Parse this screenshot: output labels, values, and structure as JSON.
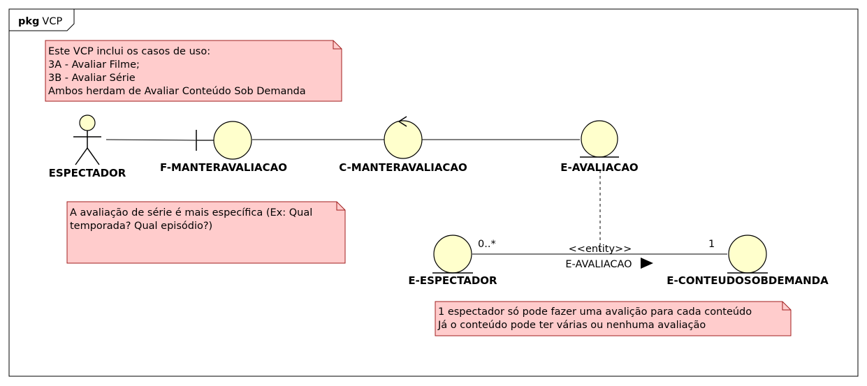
{
  "package": {
    "keyword": "pkg",
    "name": "VCP"
  },
  "notes": {
    "top": [
      "Este VCP inclui os casos de uso:",
      "3A - Avaliar Filme;",
      "3B - Avaliar Série",
      "Ambos herdam de Avaliar Conteúdo Sob Demanda"
    ],
    "middle": [
      "A avaliação de série é mais específica (Ex: Qual",
      "temporada? Qual episódio?)"
    ],
    "bottom": [
      "1 espectador só pode fazer uma avalição para cada conteúdo",
      "Já o conteúdo pode ter várias ou nenhuma avaliação"
    ]
  },
  "actor": {
    "name": "ESPECTADOR"
  },
  "boundary": {
    "name": "F-MANTERAVALIACAO"
  },
  "control": {
    "name": "C-MANTERAVALIACAO"
  },
  "entities": {
    "avaliacao": {
      "name": "E-AVALIACAO"
    },
    "espectador": {
      "name": "E-ESPECTADOR"
    },
    "conteudo": {
      "name": "E-CONTEUDOSOBDEMANDA"
    }
  },
  "association": {
    "stereotype": "<<entity>>",
    "name": "E-AVALIACAO",
    "direction_icon": "filled-triangle-right-icon",
    "mult_left": "0..*",
    "mult_right": "1"
  },
  "colors": {
    "note_fill": "#ffcccc",
    "note_border": "#a01e1e",
    "element_fill": "#ffffcc"
  }
}
